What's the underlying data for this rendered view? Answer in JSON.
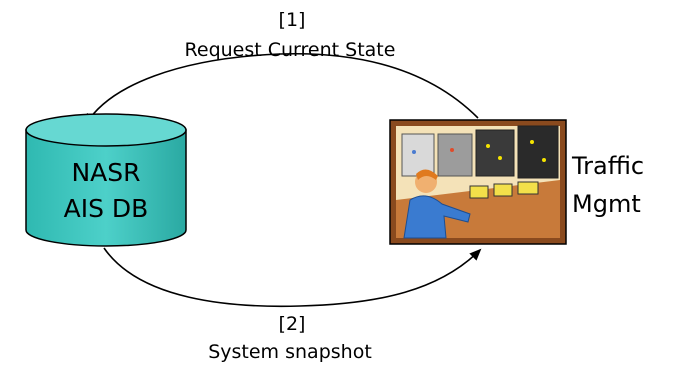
{
  "request": {
    "step": "[1]",
    "label": "Request Current State"
  },
  "response": {
    "step": "[2]",
    "label": "System snapshot"
  },
  "database": {
    "line1": "NASR",
    "line2": "AIS DB",
    "color": "#4dd0c9"
  },
  "traffic": {
    "line1": "Traffic",
    "line2": "Mgmt",
    "image_icon": "control-room-operator-icon"
  }
}
